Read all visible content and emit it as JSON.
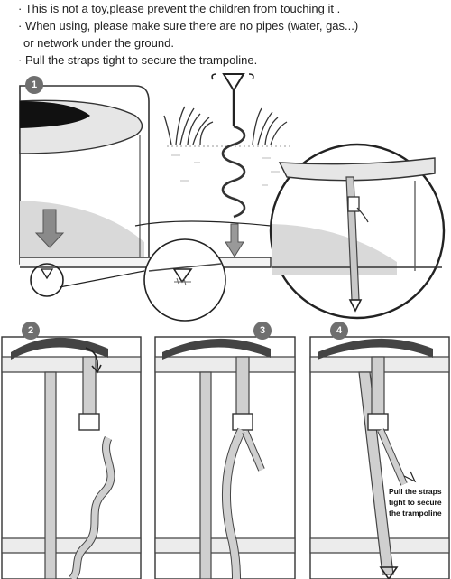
{
  "instructions": [
    "· This is not a toy,please prevent the children from touching it .",
    "· When using, please make sure there are no pipes (water, gas...)",
    "  or network under the ground.",
    "· Pull the straps tight to secure the trampoline."
  ],
  "steps": [
    "1",
    "2",
    "3",
    "4"
  ],
  "callout": {
    "line1": "Pull the straps",
    "line2": "tight to secure",
    "line3": "the trampoline"
  }
}
